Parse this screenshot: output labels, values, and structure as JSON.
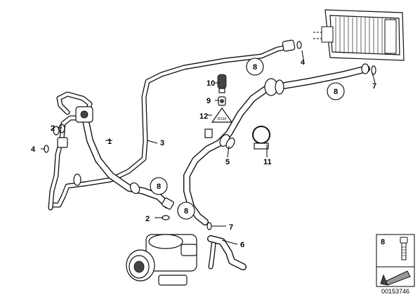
{
  "diagram": {
    "labels": {
      "part_1": "1",
      "part_2a": "2",
      "part_2b": "2",
      "part_3": "3",
      "part_4a": "4",
      "part_4b": "4",
      "part_5": "5",
      "part_6": "6",
      "part_7a": "7",
      "part_7b": "7",
      "part_8a": "8",
      "part_8b": "8",
      "part_8c": "8",
      "part_8d": "8",
      "part_9": "9",
      "part_10": "10",
      "part_11": "11",
      "part_12": "12"
    },
    "legend": {
      "part_number": "8"
    },
    "warning_tag_text": "R134",
    "document_number": "00153746"
  }
}
